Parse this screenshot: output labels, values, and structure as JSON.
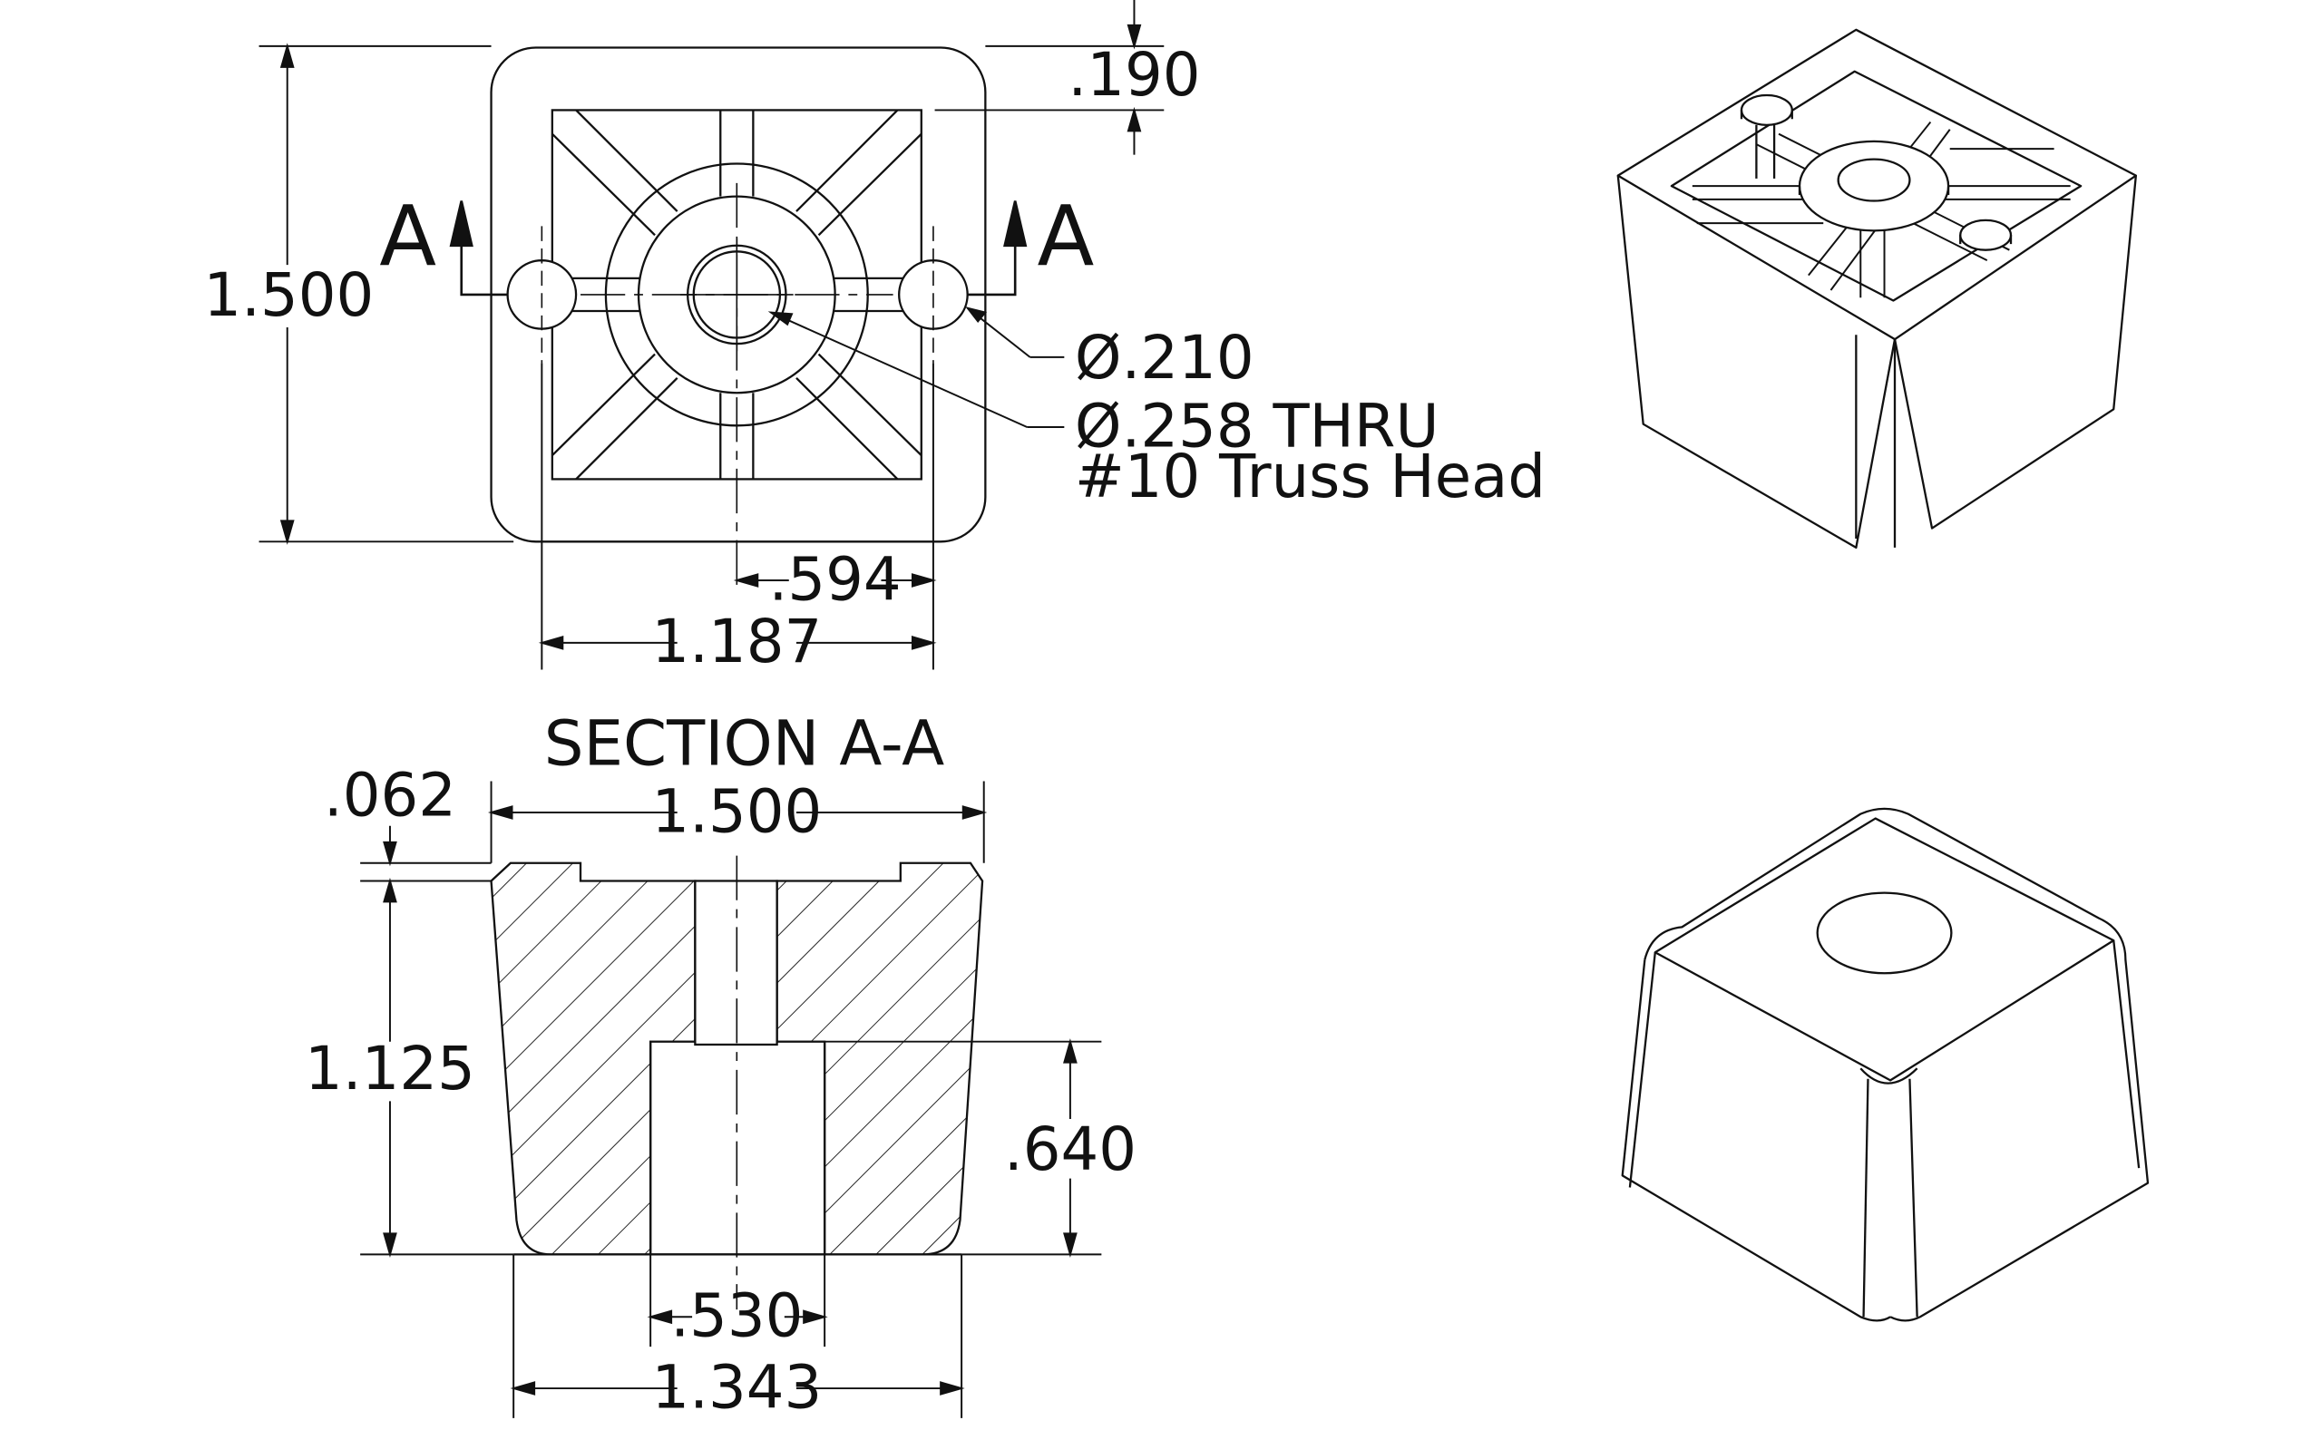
{
  "top_view": {
    "dim_190": ".190",
    "dim_1500": "1.500",
    "section_label_left": "A",
    "section_label_right": "A",
    "callout_210": "Ø.210",
    "callout_258": "Ø.258 THRU",
    "callout_truss": "#10 Truss Head",
    "dim_594": ".594",
    "dim_1187": "1.187"
  },
  "section_view": {
    "title": "SECTION A-A",
    "dim_062": ".062",
    "dim_1500": "1.500",
    "dim_1125": "1.125",
    "dim_640": ".640",
    "dim_530": ".530",
    "dim_1343": "1.343"
  }
}
